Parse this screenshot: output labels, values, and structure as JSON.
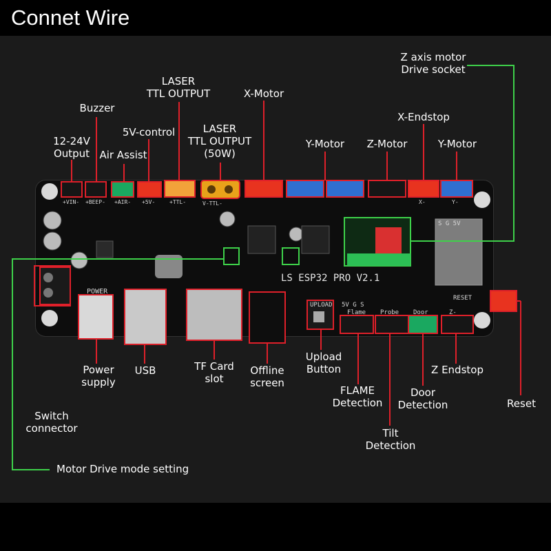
{
  "header": {
    "title": "Connet Wire"
  },
  "labels": {
    "z_axis_motor": [
      "Z axis motor",
      "Drive socket"
    ],
    "laser_ttl_output": [
      "LASER",
      "TTL OUTPUT"
    ],
    "x_motor": "X-Motor",
    "buzzer": "Buzzer",
    "five_v_control": "5V-control",
    "laser_ttl_output_50w": [
      "LASER",
      "TTL OUTPUT",
      "(50W)"
    ],
    "x_endstop": "X-Endstop",
    "input_12_24v": [
      "12-24V",
      "Output"
    ],
    "air_assist": "Air Assist",
    "y_motor_1": "Y-Motor",
    "z_motor": "Z-Motor",
    "y_motor_2": "Y-Motor",
    "power_supply": [
      "Power",
      "supply"
    ],
    "usb": "USB",
    "tf_card_slot": [
      "TF Card",
      "slot"
    ],
    "offline_screen": [
      "Offline",
      "screen"
    ],
    "upload_button": [
      "Upload",
      "Button"
    ],
    "z_endstop": "Z Endstop",
    "flame_detection": [
      "FLAME",
      "Detection"
    ],
    "door_detection": [
      "Door",
      "Detection"
    ],
    "reset": "Reset",
    "switch_connector": [
      "Switch",
      "connector"
    ],
    "tilt_detection": [
      "Tilt",
      "Detection"
    ],
    "motor_drive_mode": "Motor Drive mode setting"
  },
  "board": {
    "model_text": "LS  ESP32  PRO  V2.1",
    "silk": {
      "power": "POWER",
      "upload": "UPLOAD",
      "reset": "RESET",
      "pins_5vgs": "5V  G  S",
      "flame": "Flame",
      "probe": "Probe",
      "door": "Door",
      "z_minus": "Z-",
      "sgs5v": "S  G  5V",
      "vin": "+VIN-",
      "beep": "+BEEP-",
      "air": "+AIR-",
      "five_v": "+5V-",
      "ttl": "+TTL-",
      "ttl50": "V-TTL-",
      "x_minus": "X-",
      "y_minus": "Y-"
    }
  },
  "colors": {
    "highlight_red": "#e0202a",
    "leader_green": "#3ed14a",
    "connector_red": "#e8331f",
    "connector_blue": "#2f6fd0",
    "connector_green": "#1aa860",
    "connector_orange": "#f2a23a",
    "connector_black": "#161616"
  }
}
